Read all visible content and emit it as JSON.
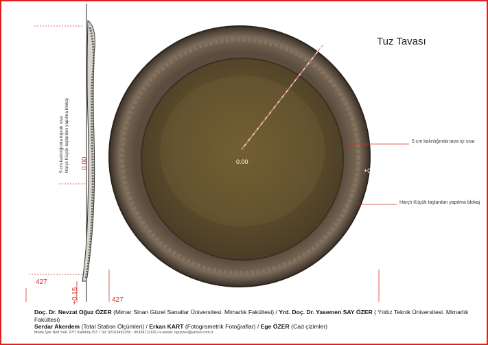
{
  "title": "Tuz Tavası",
  "side_section": {
    "label_line1": "5 cm kalınlığında toprak sıva",
    "label_line2": "Harçlı Küçük taşlardan yapılma blokaj",
    "level_mark": "0.00",
    "dim_left": "427",
    "dim_bottom_left": "+0.15"
  },
  "plan": {
    "center_level": "0.00",
    "rim_level": "+0.15",
    "label_plaster": "5 cm kalınlığında tava içi sıva",
    "label_blockage": "Harçlı Küçük taşlardan yapılma blokaj",
    "dim_bottom": "427"
  },
  "credits": {
    "name1": "Doç. Dr. Nevzat Oğuz ÖZER",
    "affil1": " (Mimar Sinan Güzel Sanatlar Üniversitesi. Mimarlık Fakültesi) / ",
    "name2": "Yrd. Doç. Dr. Yasemen SAY ÖZER",
    "affil2": " ( Yıldız Teknik Üniversitesi. Mimarlık Fakültesi)",
    "name3": "Serdar Akerdem",
    "role3": " (Total Station Ölçümleri) / ",
    "name4": "Erkan KART",
    "role4": " (Fotogrametrik Fotoğraflar) / ",
    "name5": "Ege ÖZER",
    "role5": " (Cad çizimler)",
    "address": "Moda Şair Nefi Sok. 27/7 Kadıköy İST / Tel: 02163491158 - 05334711116 / e-posta: oguzzer@yahoo.com.tr"
  },
  "colors": {
    "frame": "#e0201e",
    "dimension": "#d9302a",
    "basin_inner": "#6e5a32",
    "basin_rim": "#4a3e30"
  }
}
